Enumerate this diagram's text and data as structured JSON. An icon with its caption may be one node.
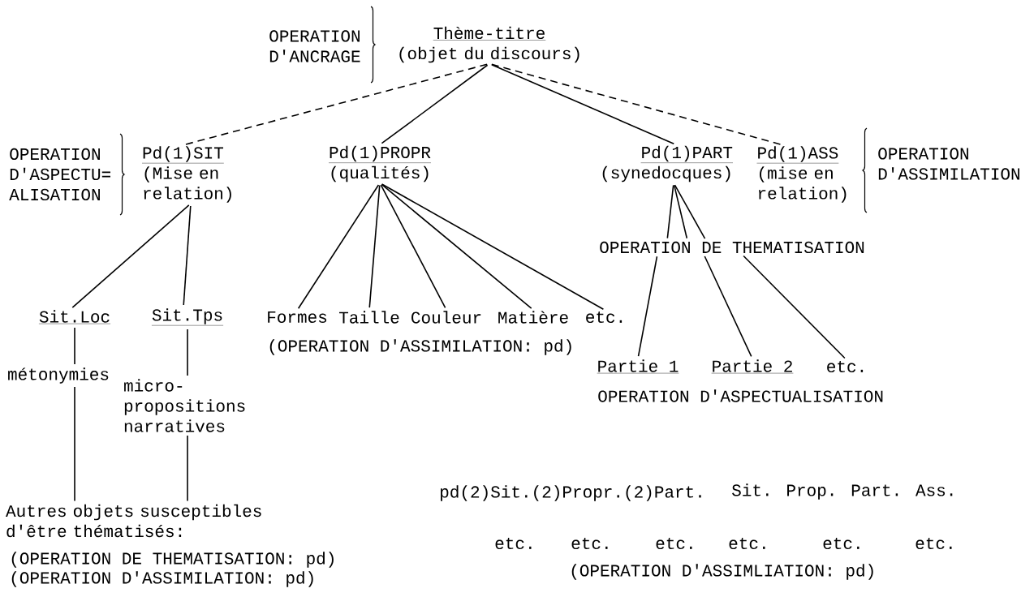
{
  "diagram": {
    "nodes": [
      {
        "text": [
          "Thème-titre",
          "(objet du discours)"
        ]
      },
      {
        "text": [
          "Pd(1)SIT",
          "(Mise en relation)"
        ]
      },
      {
        "text": [
          "Pd(1)PROPR",
          "(qualités)"
        ]
      },
      {
        "text": [
          "Pd(1)PART",
          "(synedocques)"
        ]
      },
      {
        "text": [
          "Pd(1)ASS",
          "(mise en relation)"
        ]
      },
      {
        "text": [
          "Sit.Loc"
        ]
      },
      {
        "text": [
          "Sit.Tps"
        ]
      },
      {
        "text": [
          "Formes"
        ]
      },
      {
        "text": [
          "Taille"
        ]
      },
      {
        "text": [
          "Couleur"
        ]
      },
      {
        "text": [
          "Matière"
        ]
      },
      {
        "text": [
          "etc."
        ]
      },
      {
        "text": [
          "OPERATION DE THEMATISATION"
        ]
      },
      {
        "text": [
          "Partie 1"
        ]
      },
      {
        "text": [
          "Partie 2"
        ]
      },
      {
        "text": [
          "etc."
        ]
      },
      {
        "text": [
          "métonymies"
        ]
      },
      {
        "text": [
          "micro- propositions narratives"
        ]
      },
      {
        "text": [
          "Autres objets susceptibles d'être thématisés:"
        ]
      }
    ],
    "edges": [
      {
        "from": 0,
        "to": 1,
        "arrow": "none",
        "style": "dashed"
      },
      {
        "from": 0,
        "to": 2,
        "arrow": "none"
      },
      {
        "from": 0,
        "to": 3,
        "arrow": "none"
      },
      {
        "from": 0,
        "to": 4,
        "arrow": "none",
        "style": "dashed"
      },
      {
        "from": 1,
        "to": 5,
        "arrow": "none"
      },
      {
        "from": 1,
        "to": 6,
        "arrow": "none"
      },
      {
        "from": 2,
        "to": 7,
        "arrow": "none"
      },
      {
        "from": 2,
        "to": 8,
        "arrow": "none"
      },
      {
        "from": 2,
        "to": 9,
        "arrow": "none"
      },
      {
        "from": 2,
        "to": 10,
        "arrow": "none"
      },
      {
        "from": 2,
        "to": 11,
        "arrow": "none"
      },
      {
        "from": 3,
        "to": 12,
        "arrow": "none"
      },
      {
        "from": 3,
        "to": 12,
        "arrow": "none"
      },
      {
        "from": 3,
        "to": 12,
        "arrow": "none"
      },
      {
        "from": 12,
        "to": 13,
        "arrow": "none"
      },
      {
        "from": 12,
        "to": 14,
        "arrow": "none"
      },
      {
        "from": 12,
        "to": 15,
        "arrow": "none"
      },
      {
        "from": 5,
        "to": 16,
        "arrow": "none"
      },
      {
        "from": 16,
        "to": 18,
        "arrow": "none"
      },
      {
        "from": 6,
        "to": 17,
        "arrow": "none"
      },
      {
        "from": 17,
        "to": 18,
        "arrow": "none"
      }
    ],
    "labels": [
      "OPERATION D'ANCRAGE",
      "OPERATION D'ASPECTU= ALISATION",
      "OPERATION D'ASSIMILATION",
      "(OPERATION D'ASSIMILATION: pd)",
      "OPERATION D'ASPECTUALISATION",
      "pd(2)Sit.(2)Propr.(2)Part.",
      "Sit. Prop. Part. Ass.",
      "etc.",
      "etc.",
      "etc.",
      "etc.",
      "etc.",
      "etc.",
      "(OPERATION DE THEMATISATION: pd)",
      "(OPERATION D'ASSIMLIATION: pd)",
      "(OPERATION D'ASSIMILATION: pd)"
    ]
  }
}
